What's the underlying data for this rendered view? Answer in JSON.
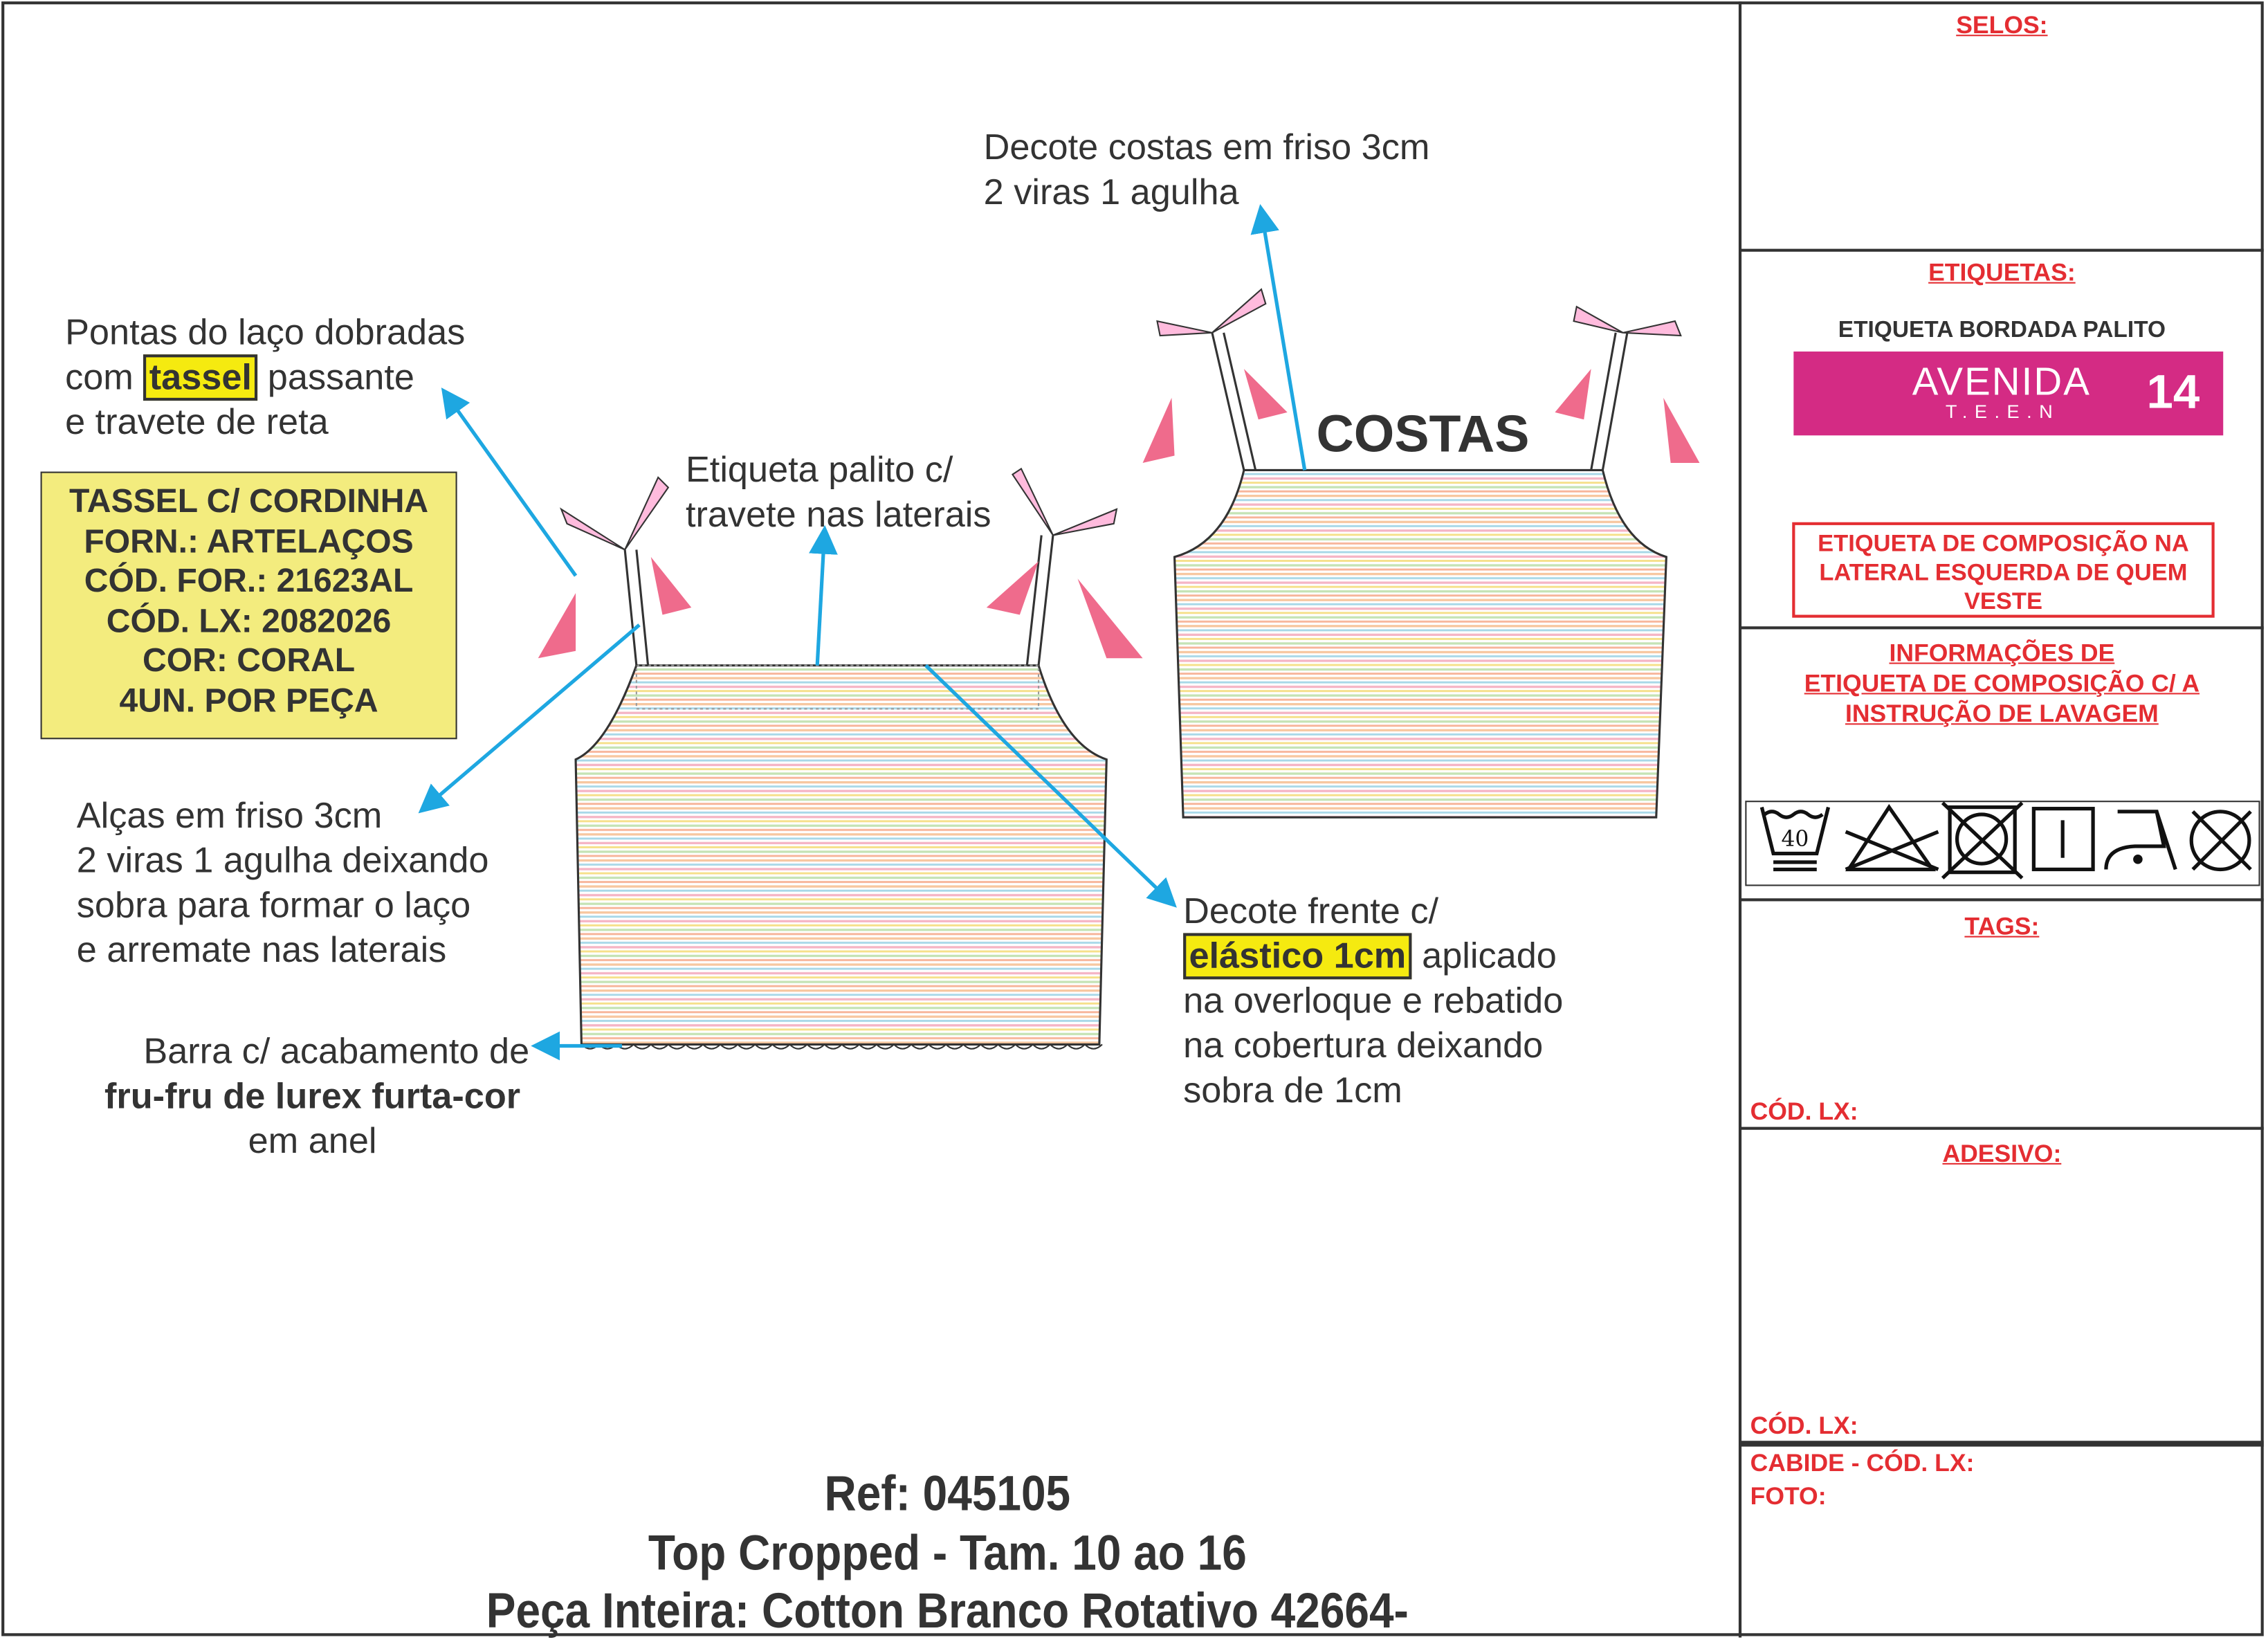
{
  "annotations": {
    "pontas": {
      "l1": "Pontas do laço dobradas",
      "l2a": "com ",
      "l2b": "tassel",
      "l2c": " passante",
      "l3": "e travete de reta"
    },
    "tassel_box": [
      "TASSEL C/ CORDINHA",
      "FORN.: ARTELAÇOS",
      "CÓD. FOR.: 21623AL",
      "CÓD. LX: 2082026",
      "COR: CORAL",
      "4UN. POR PEÇA"
    ],
    "etiqueta_palito": [
      "Etiqueta palito c/",
      "travete nas laterais"
    ],
    "decote_costas": [
      "Decote costas em friso 3cm",
      "2 viras 1 agulha"
    ],
    "alcas": [
      "Alças em friso 3cm",
      "2 viras 1 agulha deixando",
      "sobra para formar o laço",
      "e arremate nas laterais"
    ],
    "barra": {
      "l1": "Barra c/ acabamento de",
      "l2": "fru-fru de lurex furta-cor",
      "l3": "em anel"
    },
    "decote_frente": {
      "l1": "Decote frente c/",
      "l2a": "elástico 1cm",
      "l2b": " aplicado",
      "l3": "na overloque e rebatido",
      "l4": "na cobertura deixando",
      "l5": " sobra de 1cm"
    },
    "costas_label": "COSTAS"
  },
  "title_block": {
    "ref": "Ref: 045105",
    "product": "Top Cropped - Tam. 10 ao 16",
    "fabric": "Peça Inteira: Cotton Branco Rotativo 42664-"
  },
  "side_panel": {
    "selos": "SELOS:",
    "etiquetas": "ETIQUETAS:",
    "etiqueta_bordada": "ETIQUETA BORDADA PALITO",
    "brand_label": {
      "name": "AVENIDA",
      "sub": "T.E.E.N",
      "size": "14",
      "color": "#d42b84"
    },
    "composicao_box": [
      "ETIQUETA DE COMPOSIÇÃO NA",
      "LATERAL ESQUERDA DE QUEM",
      "VESTE"
    ],
    "informacoes": [
      "INFORMAÇÕES DE",
      "ETIQUETA DE COMPOSIÇÃO C/ A",
      "INSTRUÇÃO DE LAVAGEM"
    ],
    "care_icons": [
      "wash-40-icon",
      "no-bleach-icon",
      "no-tumble-dry-icon",
      "line-dry-icon",
      "iron-low-icon",
      "no-dry-clean-icon"
    ],
    "wash_temp": "40",
    "tags": "TAGS:",
    "cod_lx_1": "CÓD. LX:",
    "adesivo": "ADESIVO:",
    "cod_lx_2": "CÓD. LX:",
    "cabide": "CABIDE - CÓD. LX:",
    "foto": "FOTO:"
  },
  "colors": {
    "accent_red": "#e42d32",
    "arrow": "#1ea7e1",
    "highlight": "#f5ea10",
    "box": "#f3ec7e"
  }
}
